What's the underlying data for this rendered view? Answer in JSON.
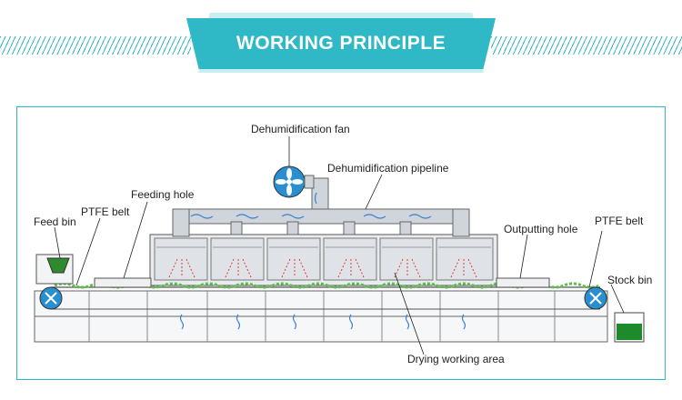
{
  "header": {
    "title": "WORKING PRINCIPLE"
  },
  "colors": {
    "accent": "#2fb8c6",
    "belt_product": "#5bbf4a",
    "heat": "#e23b3b",
    "steam": "#3a7fd8",
    "stock": "#1f8a2a"
  },
  "labels": {
    "dehumidification_fan": "Dehumidification fan",
    "dehumidification_pipeline": "Dehumidification pipeline",
    "feeding_hole": "Feeding hole",
    "feed_bin": "Feed bin",
    "ptfe_belt_left": "PTFE belt",
    "outputting_hole": "Outputting hole",
    "ptfe_belt_right": "PTFE belt",
    "stock_bin": "Stock bin",
    "drying_working_area": "Drying working area"
  },
  "icons": [
    "fan-icon",
    "roller-icon"
  ]
}
